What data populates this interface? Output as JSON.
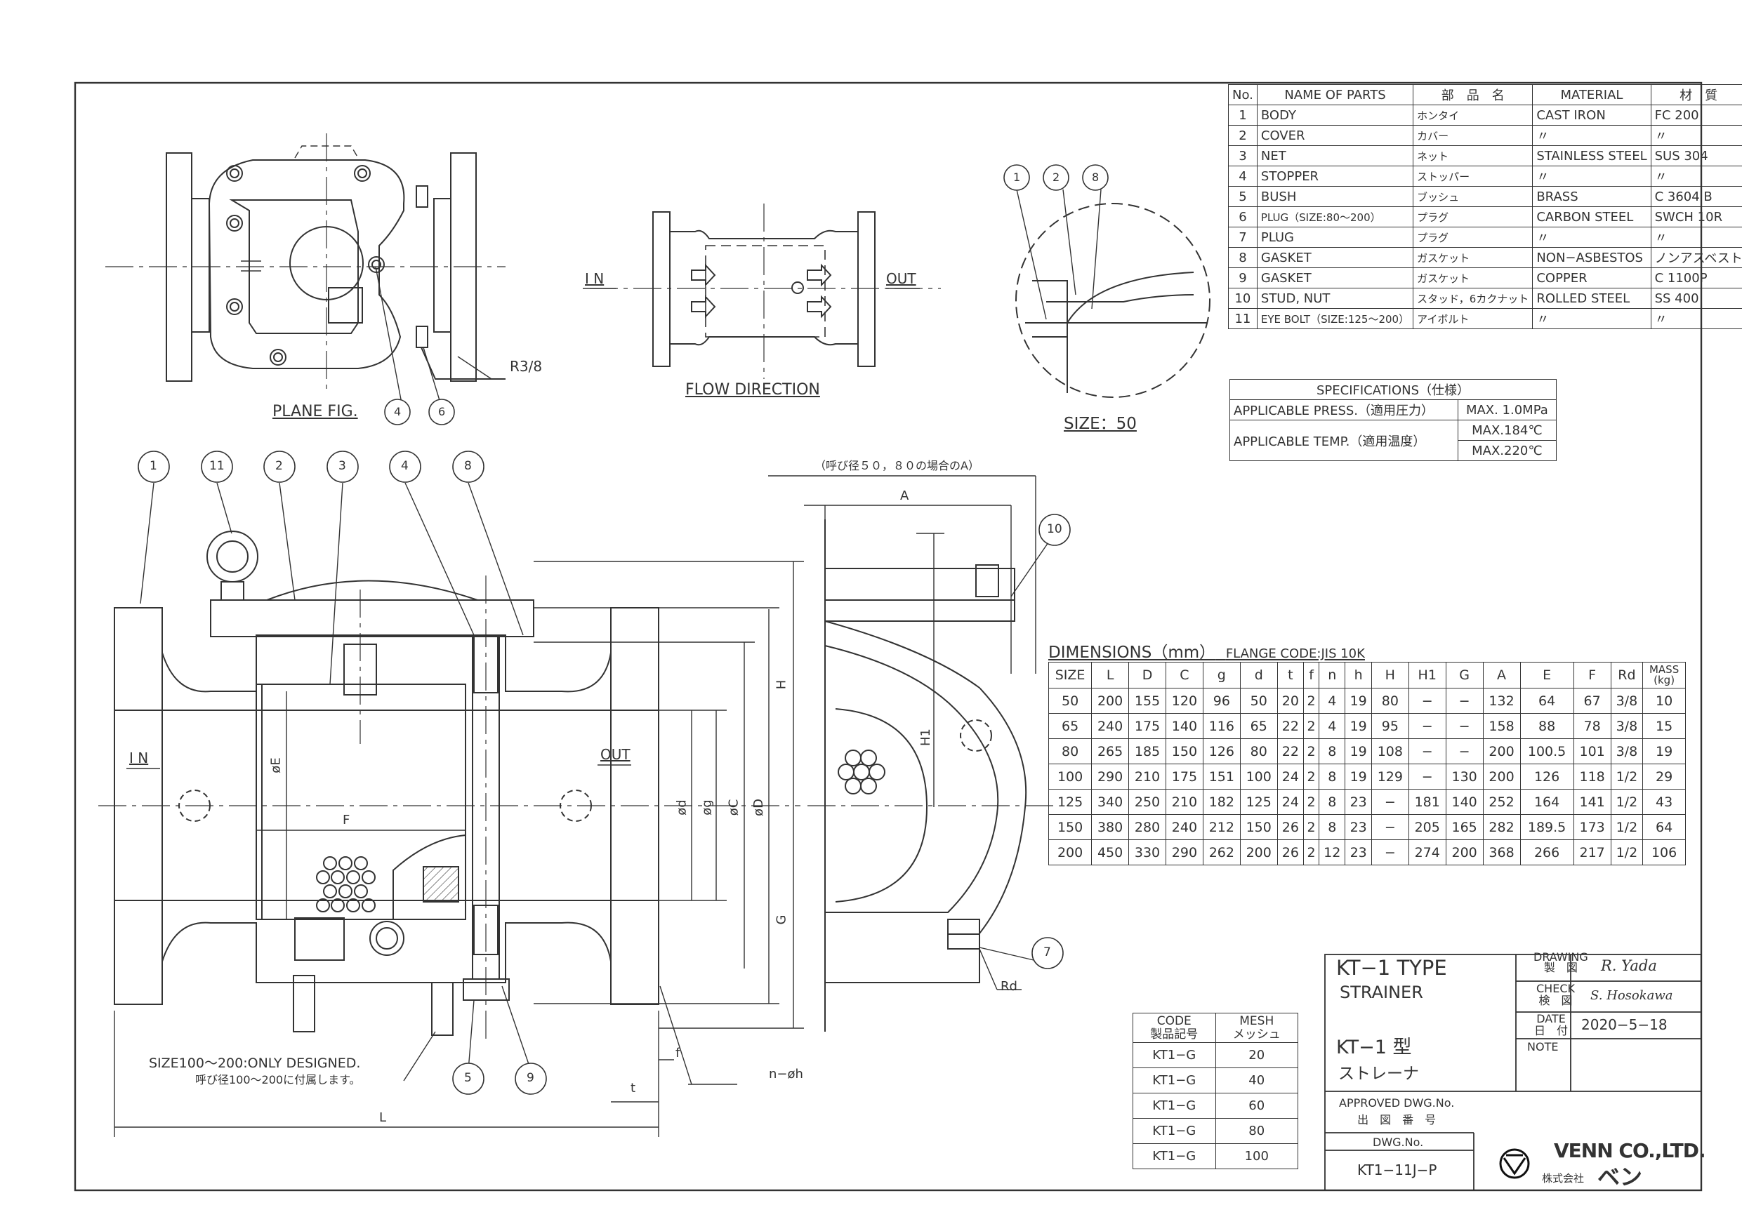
{
  "parts_table": {
    "headers": [
      "No.",
      "NAME OF PARTS",
      "部　品　名",
      "MATERIAL",
      "材　質"
    ],
    "rows": [
      [
        "1",
        "BODY",
        "ホンタイ",
        "CAST IRON",
        "FC 200"
      ],
      [
        "2",
        "COVER",
        "カバー",
        "〃",
        "〃"
      ],
      [
        "3",
        "NET",
        "ネット",
        "STAINLESS STEEL",
        "SUS 304"
      ],
      [
        "4",
        "STOPPER",
        "ストッパー",
        "〃",
        "〃"
      ],
      [
        "5",
        "BUSH",
        "ブッシュ",
        "BRASS",
        "C 3604 B"
      ],
      [
        "6",
        "PLUG（SIZE:80～200）",
        "プラグ",
        "CARBON STEEL",
        "SWCH 10R"
      ],
      [
        "7",
        "PLUG",
        "プラグ",
        "〃",
        "〃"
      ],
      [
        "8",
        "GASKET",
        "ガスケット",
        "NON−ASBESTOS",
        "ノンアスベスト"
      ],
      [
        "9",
        "GASKET",
        "ガスケット",
        "COPPER",
        "C 1100P"
      ],
      [
        "10",
        "STUD, NUT",
        "スタッド，6カクナット",
        "ROLLED STEEL",
        "SS 400"
      ],
      [
        "11",
        "EYE BOLT（SIZE:125～200）",
        "アイボルト",
        "〃",
        "〃"
      ]
    ]
  },
  "specifications": {
    "title": "SPECIFICATIONS（仕様）",
    "press_label": "APPLICABLE PRESS.（適用圧力）",
    "press_value": "MAX. 1.0MPa",
    "temp_label": "APPLICABLE TEMP.（適用温度）",
    "temp_value_1": "MAX.184℃",
    "temp_value_2": "MAX.220℃"
  },
  "dimensions": {
    "title": "DIMENSIONS（mm）",
    "flange_code": "FLANGE CODE:JIS 10K",
    "headers": [
      "SIZE",
      "L",
      "D",
      "C",
      "g",
      "d",
      "t",
      "f",
      "n",
      "h",
      "H",
      "H1",
      "G",
      "A",
      "E",
      "F",
      "Rd",
      "MASS\n(kg)"
    ],
    "rows": [
      [
        "50",
        "200",
        "155",
        "120",
        "96",
        "50",
        "20",
        "2",
        "4",
        "19",
        "80",
        "−",
        "−",
        "132",
        "64",
        "67",
        "3/8",
        "10"
      ],
      [
        "65",
        "240",
        "175",
        "140",
        "116",
        "65",
        "22",
        "2",
        "4",
        "19",
        "95",
        "−",
        "−",
        "158",
        "88",
        "78",
        "3/8",
        "15"
      ],
      [
        "80",
        "265",
        "185",
        "150",
        "126",
        "80",
        "22",
        "2",
        "8",
        "19",
        "108",
        "−",
        "−",
        "200",
        "100.5",
        "101",
        "3/8",
        "19"
      ],
      [
        "100",
        "290",
        "210",
        "175",
        "151",
        "100",
        "24",
        "2",
        "8",
        "19",
        "129",
        "−",
        "130",
        "200",
        "126",
        "118",
        "1/2",
        "29"
      ],
      [
        "125",
        "340",
        "250",
        "210",
        "182",
        "125",
        "24",
        "2",
        "8",
        "23",
        "−",
        "181",
        "140",
        "252",
        "164",
        "141",
        "1/2",
        "43"
      ],
      [
        "150",
        "380",
        "280",
        "240",
        "212",
        "150",
        "26",
        "2",
        "8",
        "23",
        "−",
        "205",
        "165",
        "282",
        "189.5",
        "173",
        "1/2",
        "64"
      ],
      [
        "200",
        "450",
        "330",
        "290",
        "262",
        "200",
        "26",
        "2",
        "12",
        "23",
        "−",
        "274",
        "200",
        "368",
        "266",
        "217",
        "1/2",
        "106"
      ]
    ]
  },
  "code_table": {
    "headers": [
      "CODE\n製品記号",
      "MESH\nメッシュ"
    ],
    "rows": [
      [
        "KT1−G",
        "20"
      ],
      [
        "KT1−G",
        "40"
      ],
      [
        "KT1−G",
        "60"
      ],
      [
        "KT1−G",
        "80"
      ],
      [
        "KT1−G",
        "100"
      ]
    ]
  },
  "title_block": {
    "type_en": "KT−1 TYPE",
    "product_en": "STRAINER",
    "type_jp": "KT−1 型",
    "product_jp": "ストレーナ",
    "drawing_label": "DRAWING\n製　図",
    "drawing_value": "R. Yada",
    "check_label": "CHECK\n検　図",
    "check_value": "S. Hosokawa",
    "date_label": "DATE\n日　付",
    "date_value": "2020−5−18",
    "note_label": "NOTE",
    "approved_label": "APPROVED DWG.No.\n出　図　番　号",
    "dwg_label": "DWG.No.",
    "dwg_value": "KT1−11J−P",
    "company_en": "VENN CO.,LTD.",
    "company_jp_prefix": "株式会社",
    "company_jp": "ベン"
  },
  "labels": {
    "plane_fig": "PLANE FIG.",
    "flow_direction": "FLOW DIRECTION",
    "size_50": "SIZE：50",
    "r38": "R3/8",
    "in": "I N",
    "out": "OUT",
    "a_note": "（呼び径５０，８０の場合のA）",
    "note_en": "SIZE100～200:ONLY DESIGNED.",
    "note_jp": "呼び径100～200に付属します。",
    "rd": "Rd",
    "n_oh": "n−øh",
    "dim_L": "L",
    "dim_t": "t",
    "dim_f": "f",
    "dim_A": "A",
    "dim_H": "H",
    "dim_H1": "H1",
    "dim_G": "G",
    "dim_F": "F",
    "dim_E": "øE",
    "dim_d": "ød",
    "dim_g": "øg",
    "dim_C": "øC",
    "dim_D": "øD"
  },
  "balloons": [
    "1",
    "2",
    "3",
    "4",
    "5",
    "6",
    "7",
    "8",
    "9",
    "10",
    "11"
  ]
}
